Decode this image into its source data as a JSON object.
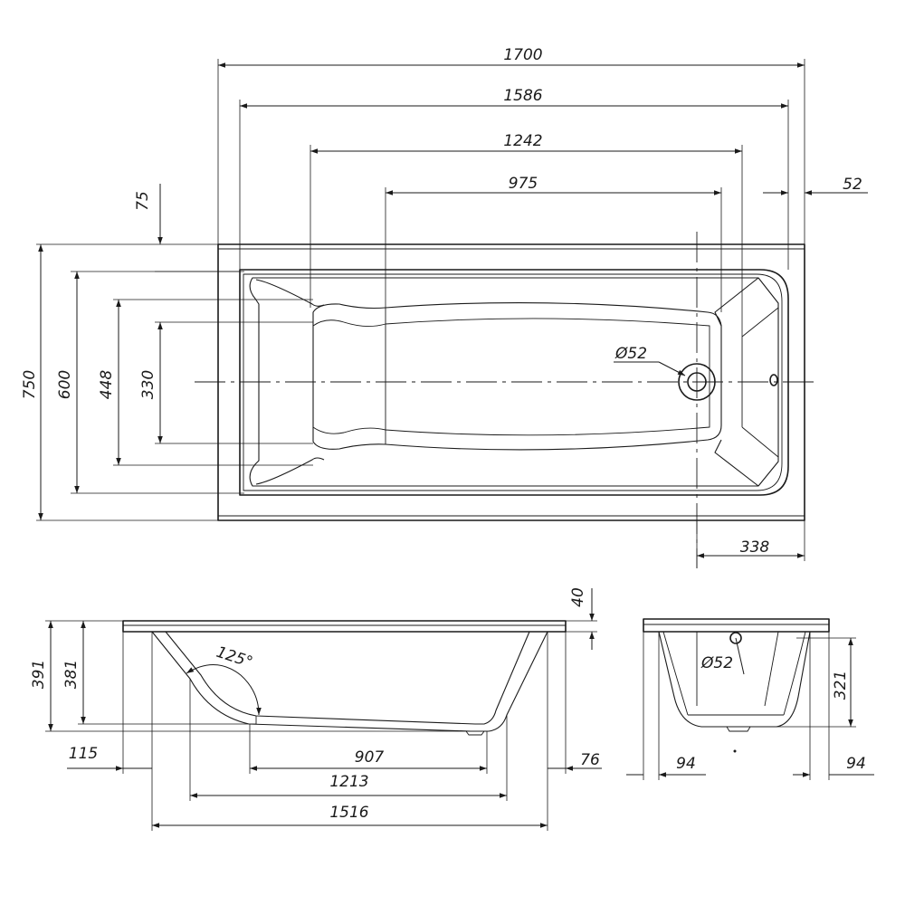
{
  "plan_view": {
    "dims": {
      "length_overall": "1700",
      "length_inner_rim": "1586",
      "length_interior": "1242",
      "length_bottom": "975",
      "drain_offset_end": "52",
      "rim_offset": "75",
      "width_overall": "750",
      "width_inner": "600",
      "width_interior": "448",
      "width_bottom": "330",
      "drain_from_end": "338",
      "drain_diameter": "Ø52"
    }
  },
  "side_view": {
    "dims": {
      "rim_thickness": "40",
      "height_overall": "391",
      "height_inner": "381",
      "backrest_angle": "125°",
      "offset_left": "115",
      "bottom_flat": "907",
      "offset_right": "76",
      "bottom_length": "1213",
      "length_base": "1516"
    }
  },
  "end_view": {
    "dims": {
      "overflow_diameter": "Ø52",
      "overflow_height": "321",
      "offset_left": "94",
      "offset_right": "94"
    }
  }
}
